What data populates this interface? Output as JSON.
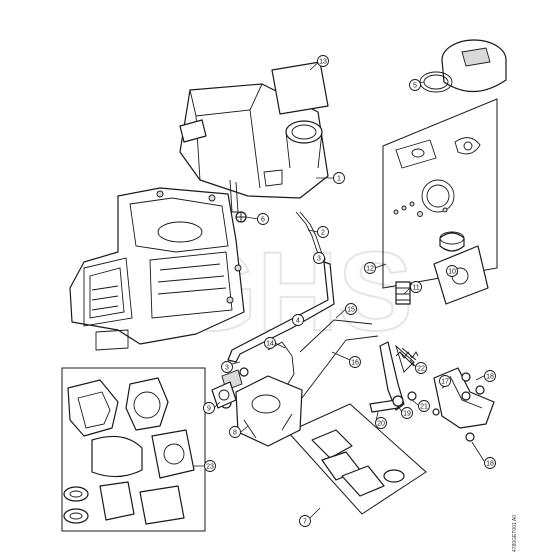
{
  "callouts": [
    {
      "id": "c1",
      "label": "1"
    },
    {
      "id": "c2",
      "label": "2"
    },
    {
      "id": "c3a",
      "label": "3"
    },
    {
      "id": "c3b",
      "label": "3"
    },
    {
      "id": "c4",
      "label": "4"
    },
    {
      "id": "c5",
      "label": "5"
    },
    {
      "id": "c6",
      "label": "6"
    },
    {
      "id": "c7",
      "label": "7"
    },
    {
      "id": "c8",
      "label": "8"
    },
    {
      "id": "c9",
      "label": "9"
    },
    {
      "id": "c10",
      "label": "10"
    },
    {
      "id": "c11",
      "label": "11"
    },
    {
      "id": "c12",
      "label": "12"
    },
    {
      "id": "c13",
      "label": "13"
    },
    {
      "id": "c14",
      "label": "14"
    },
    {
      "id": "c15",
      "label": "15"
    },
    {
      "id": "c16",
      "label": "16"
    },
    {
      "id": "c17",
      "label": "17"
    },
    {
      "id": "c18a",
      "label": "18"
    },
    {
      "id": "c18b",
      "label": "18"
    },
    {
      "id": "c19",
      "label": "19"
    },
    {
      "id": "c20",
      "label": "20"
    },
    {
      "id": "c21",
      "label": "21"
    },
    {
      "id": "c22",
      "label": "22"
    },
    {
      "id": "c23",
      "label": "23"
    }
  ],
  "watermark": "GHS",
  "drawing_ref": "4780GET001 A0",
  "icons": {
    "diagram": "exploded-parts-diagram"
  }
}
